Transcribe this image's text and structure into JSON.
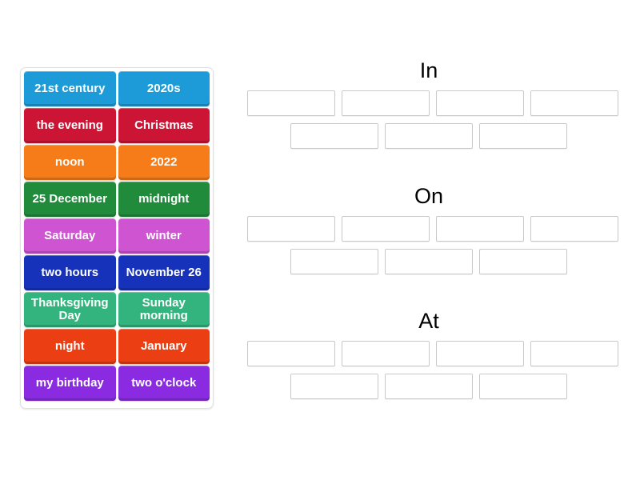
{
  "activity": {
    "type": "group-sort",
    "tile_tray": {
      "name": "answer-tiles",
      "tiles": [
        {
          "label": "21st century",
          "color": "#1d9bd9"
        },
        {
          "label": "2020s",
          "color": "#1d9bd9"
        },
        {
          "label": "the evening",
          "color": "#cc1535"
        },
        {
          "label": "Christmas",
          "color": "#cc1535"
        },
        {
          "label": "noon",
          "color": "#f57c18"
        },
        {
          "label": "2022",
          "color": "#f57c18"
        },
        {
          "label": "25 December",
          "color": "#218b3c"
        },
        {
          "label": "midnight",
          "color": "#218b3c"
        },
        {
          "label": "Saturday",
          "color": "#ce54d1"
        },
        {
          "label": "winter",
          "color": "#ce54d1"
        },
        {
          "label": "two hours",
          "color": "#1732ba"
        },
        {
          "label": "November 26",
          "color": "#1732ba"
        },
        {
          "label": "Thanksgiving Day",
          "color": "#33b47e"
        },
        {
          "label": "Sunday morning",
          "color": "#33b47e"
        },
        {
          "label": "night",
          "color": "#eb3f13"
        },
        {
          "label": "January",
          "color": "#eb3f13"
        },
        {
          "label": "my birthday",
          "color": "#8a2be2"
        },
        {
          "label": "two o'clock",
          "color": "#8a2be2"
        }
      ]
    },
    "categories": [
      {
        "id": "in",
        "title": "In",
        "rows": [
          {
            "slots": 4
          },
          {
            "slots": 3
          }
        ]
      },
      {
        "id": "on",
        "title": "On",
        "rows": [
          {
            "slots": 4
          },
          {
            "slots": 3
          }
        ]
      },
      {
        "id": "at",
        "title": "At",
        "rows": [
          {
            "slots": 4
          },
          {
            "slots": 3
          }
        ]
      }
    ]
  },
  "colors": {
    "page_background": "#ffffff",
    "tray_border": "#e0e0e0",
    "slot_border": "#c9c9c9",
    "title_text": "#000000",
    "tile_text": "#ffffff"
  }
}
